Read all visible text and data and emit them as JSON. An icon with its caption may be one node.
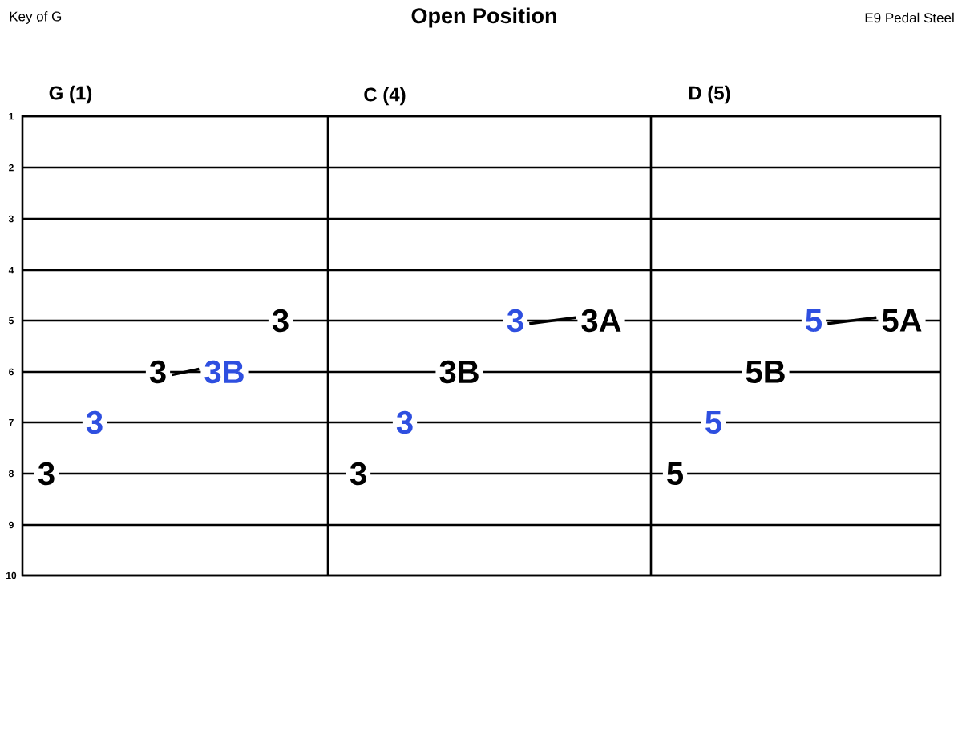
{
  "diagram": {
    "title": "Open Position",
    "nodes": [
      {
        "text": [
          "3"
        ]
      },
      {
        "text": [
          "3"
        ]
      },
      {
        "text": [
          "3B"
        ]
      },
      {
        "text": [
          "3"
        ]
      },
      {
        "text": [
          "3"
        ]
      },
      {
        "text": [
          "3"
        ]
      },
      {
        "text": [
          "3A"
        ]
      },
      {
        "text": [
          "3B"
        ]
      },
      {
        "text": [
          "3"
        ]
      },
      {
        "text": [
          "3"
        ]
      },
      {
        "text": [
          "5"
        ]
      },
      {
        "text": [
          "5A"
        ]
      },
      {
        "text": [
          "5B"
        ]
      },
      {
        "text": [
          "5"
        ]
      },
      {
        "text": [
          "5"
        ]
      }
    ],
    "edges": [
      {
        "from": 1,
        "to": 2,
        "arrow": "none"
      },
      {
        "from": 5,
        "to": 6,
        "arrow": "none"
      },
      {
        "from": 10,
        "to": 11,
        "arrow": "none"
      }
    ],
    "labels": [
      "Key of G",
      "E9 Pedal Steel",
      "G (1)",
      "C (4)",
      "D (5)",
      "1",
      "2",
      "3",
      "4",
      "5",
      "6",
      "7",
      "8",
      "9",
      "10"
    ]
  }
}
